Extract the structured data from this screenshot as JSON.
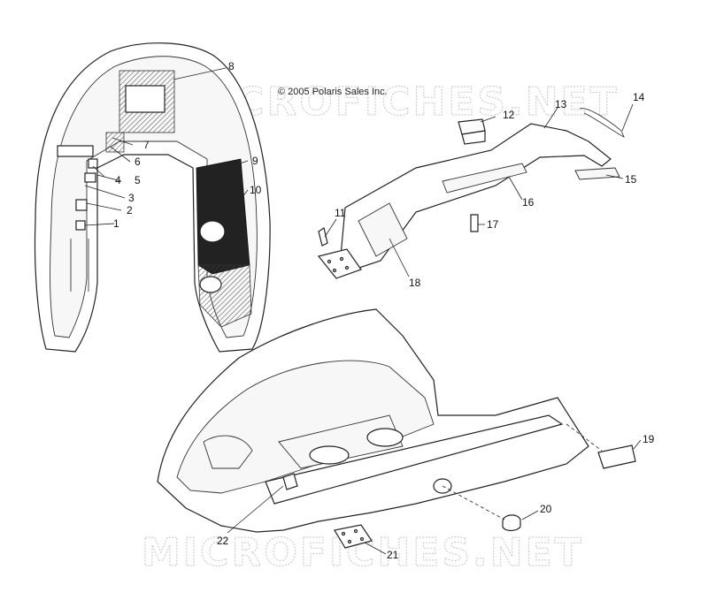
{
  "copyright": "© 2005 Polaris Sales Inc.",
  "watermarks": [
    "MICROFICHES.NET",
    "MICROFICHES.NET"
  ],
  "callouts": [
    {
      "id": "1",
      "label": "1"
    },
    {
      "id": "2",
      "label": "2"
    },
    {
      "id": "3",
      "label": "3"
    },
    {
      "id": "4",
      "label": "4"
    },
    {
      "id": "5",
      "label": "5"
    },
    {
      "id": "6",
      "label": "6"
    },
    {
      "id": "7",
      "label": "7"
    },
    {
      "id": "8",
      "label": "8"
    },
    {
      "id": "9",
      "label": "9"
    },
    {
      "id": "10",
      "label": "10"
    },
    {
      "id": "11",
      "label": "11"
    },
    {
      "id": "12",
      "label": "12"
    },
    {
      "id": "13",
      "label": "13"
    },
    {
      "id": "14",
      "label": "14"
    },
    {
      "id": "15",
      "label": "15"
    },
    {
      "id": "16",
      "label": "16"
    },
    {
      "id": "17",
      "label": "17"
    },
    {
      "id": "18",
      "label": "18"
    },
    {
      "id": "19",
      "label": "19"
    },
    {
      "id": "20",
      "label": "20"
    },
    {
      "id": "21",
      "label": "21"
    },
    {
      "id": "22",
      "label": "22"
    }
  ],
  "colors": {
    "line": "#222222",
    "watermark": "#cfcfcf",
    "background": "#ffffff"
  }
}
